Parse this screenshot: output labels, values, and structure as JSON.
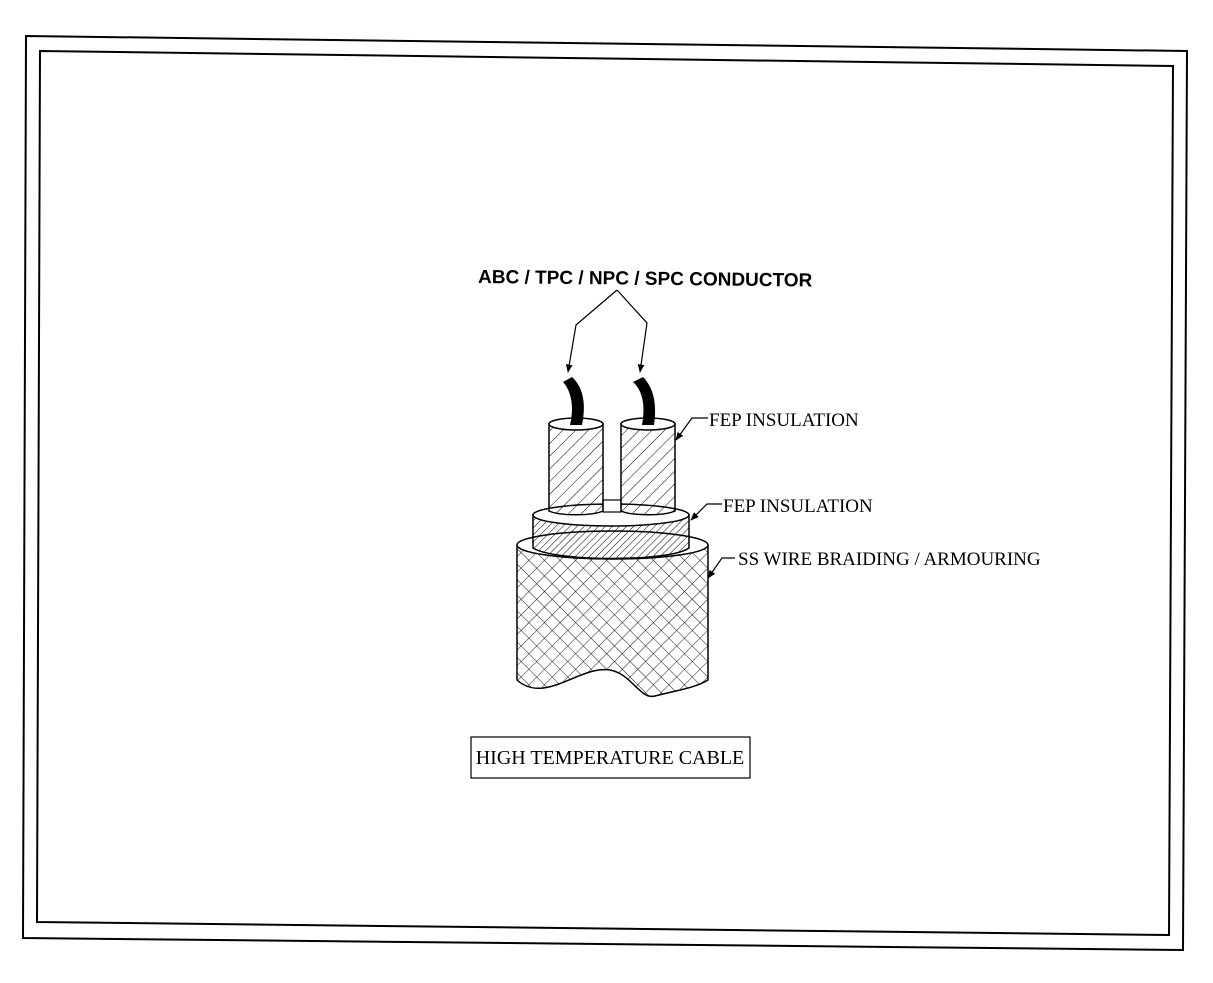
{
  "diagram": {
    "labels": {
      "conductor": "ABC / TPC / NPC / SPC CONDUCTOR",
      "core_insulation": "FEP INSULATION",
      "bedding_insulation": "FEP INSULATION",
      "armour": "SS WIRE BRAIDING / ARMOURING"
    },
    "title": "HIGH TEMPERATURE CABLE"
  },
  "colors": {
    "line": "#000000",
    "background": "#ffffff"
  }
}
